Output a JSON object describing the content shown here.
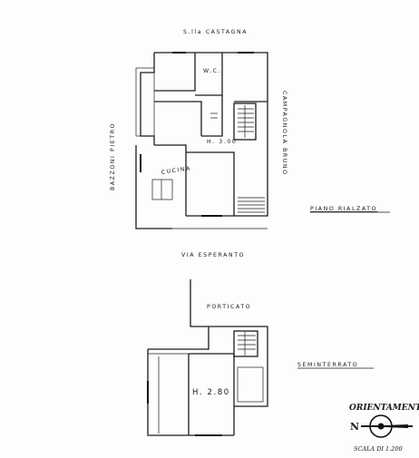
{
  "labels": {
    "street_top": "S.lla CASTAGNA",
    "neighbor_left": "BAZZONI PIETRO",
    "neighbor_right": "CAMPAGNOLA BRUNO",
    "room_wc": "W.C.",
    "height_ground": "H. 3.00",
    "room_kitchen": "CUCINA",
    "title_ground": "PIANO RIALZATO",
    "street_middle": "VIA ESPERANTO",
    "courtyard": "PORTICATO",
    "title_basement": "SEMINTERRATO",
    "height_basement": "H. 2.80",
    "orientation_title": "ORIENTAMENTO",
    "north": "N",
    "scale": "SCALA DI 1.200"
  }
}
